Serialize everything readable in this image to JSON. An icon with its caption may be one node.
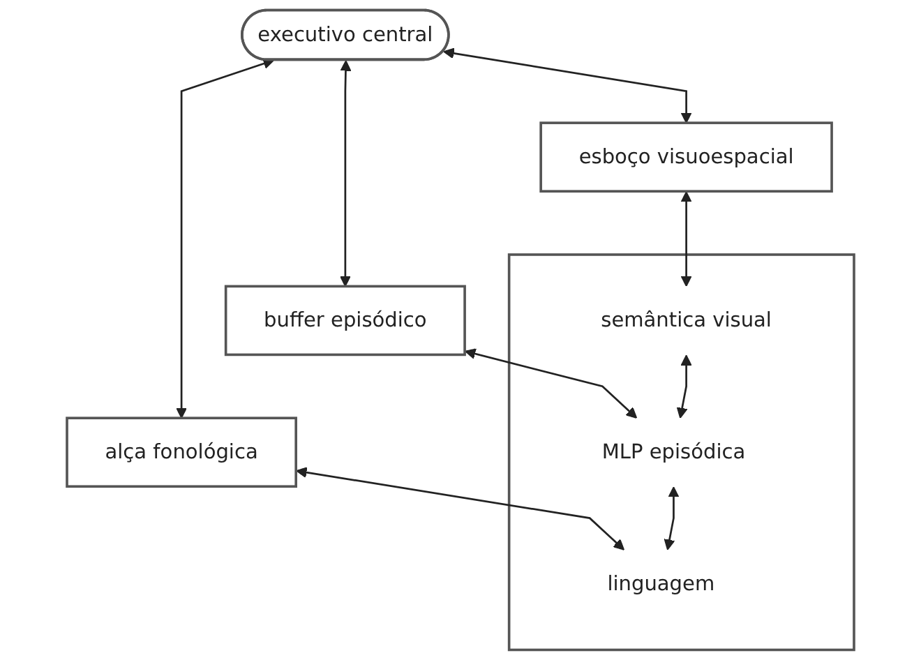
{
  "diagram": {
    "nodes": [
      {
        "text": [
          "executivo central"
        ]
      },
      {
        "text": [
          "esboço visuoespacial"
        ]
      },
      {
        "text": [
          "buffer episódico"
        ]
      },
      {
        "text": [
          "alça fonológica"
        ]
      },
      {
        "text": [],
        "shape": "box"
      },
      {
        "text": [
          "semântica visual"
        ],
        "in": 4
      },
      {
        "text": [
          "MLP episódica"
        ],
        "in": 4
      },
      {
        "text": [
          "linguagem"
        ],
        "in": 4
      }
    ],
    "edges": [
      {
        "from": 0,
        "to": 1,
        "arrow": "both"
      },
      {
        "from": 0,
        "to": 2,
        "arrow": "both"
      },
      {
        "from": 0,
        "to": 3,
        "arrow": "both"
      },
      {
        "from": 1,
        "to": 5,
        "arrow": "both"
      },
      {
        "from": 2,
        "to": 6,
        "arrow": "both"
      },
      {
        "from": 3,
        "to": 7,
        "arrow": "both"
      },
      {
        "from": 5,
        "to": 6,
        "arrow": "both"
      },
      {
        "from": 6,
        "to": 7,
        "arrow": "both"
      }
    ]
  }
}
